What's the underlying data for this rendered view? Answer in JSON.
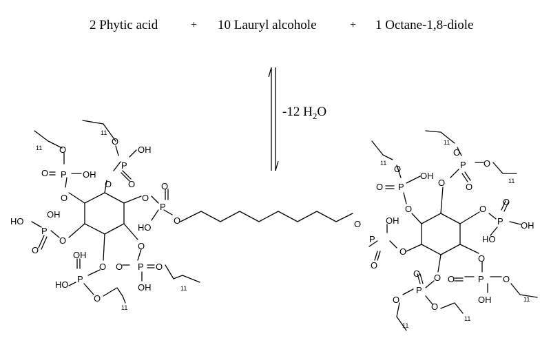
{
  "reactants": {
    "phytic": "2 Phytic acid",
    "lauryl": "10 Lauryl alcohole",
    "octane": "1 Octane-1,8-diole",
    "plus": "+"
  },
  "condition": {
    "prefix": "-12 H",
    "sub": "2",
    "suffix": "O"
  },
  "atoms": {
    "O": "O",
    "P": "P",
    "OH": "OH",
    "HO": "HO",
    "repeat": "11"
  }
}
